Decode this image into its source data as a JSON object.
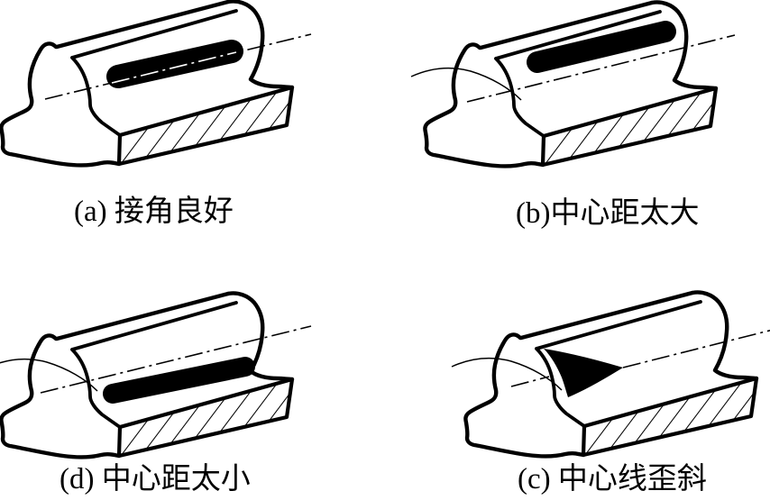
{
  "figure": {
    "colors": {
      "ink": "#000000",
      "background": "#ffffff"
    },
    "panels": [
      {
        "id": "a",
        "position": "top-left",
        "caption": "(a) 接角良好"
      },
      {
        "id": "b",
        "position": "top-right",
        "caption": "(b)中心距太大"
      },
      {
        "id": "d",
        "position": "bottom-left",
        "caption": "(d) 中心距太小"
      },
      {
        "id": "c",
        "position": "bottom-right",
        "caption": "(c) 中心线歪斜"
      }
    ]
  }
}
